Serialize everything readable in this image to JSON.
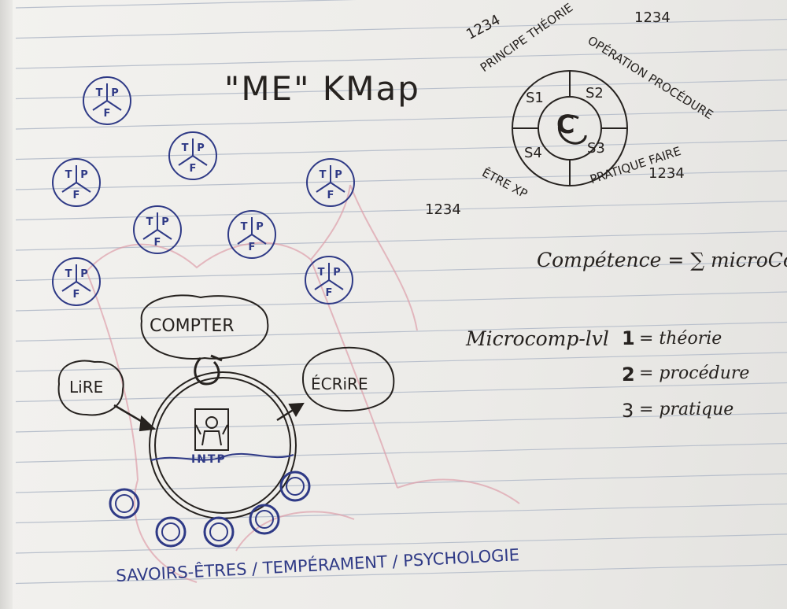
{
  "title": "\"ME\" KMap",
  "tpf_badge": {
    "t": "T",
    "p": "P",
    "f": "F"
  },
  "mind_map": {
    "center": "INTP",
    "top": "COMPTER",
    "left": "LiRE",
    "right": "ÉCRiRE"
  },
  "footer": "SAVOIRS-ÊTRES / TEMPÉRAMENT / PSYCHOLOGIE",
  "competence_wheel": {
    "core": "C",
    "sectors": [
      "S1",
      "S2",
      "S3",
      "S4"
    ],
    "labels": {
      "s1": "PRINCIPE THÉORIE",
      "s2": "OPÉRATION PROCÉDURE",
      "s3": "PRATIQUE FAIRE",
      "s4": "ÊTRE XP"
    },
    "levels": "1234"
  },
  "formula": "Compétence = ∑ microComp",
  "microcomp": {
    "heading": "Microcomp-lvl",
    "levels": [
      {
        "num": "1",
        "text": "= théorie"
      },
      {
        "num": "2",
        "text": "= procédure"
      },
      {
        "num": "3",
        "text": "= pratique"
      }
    ]
  },
  "colors": {
    "paper": "#efeeeb",
    "rule": "#b9c0cc",
    "ink": "#26221f",
    "blue_ink": "#2f3a86",
    "pink": "#d99aa5"
  }
}
